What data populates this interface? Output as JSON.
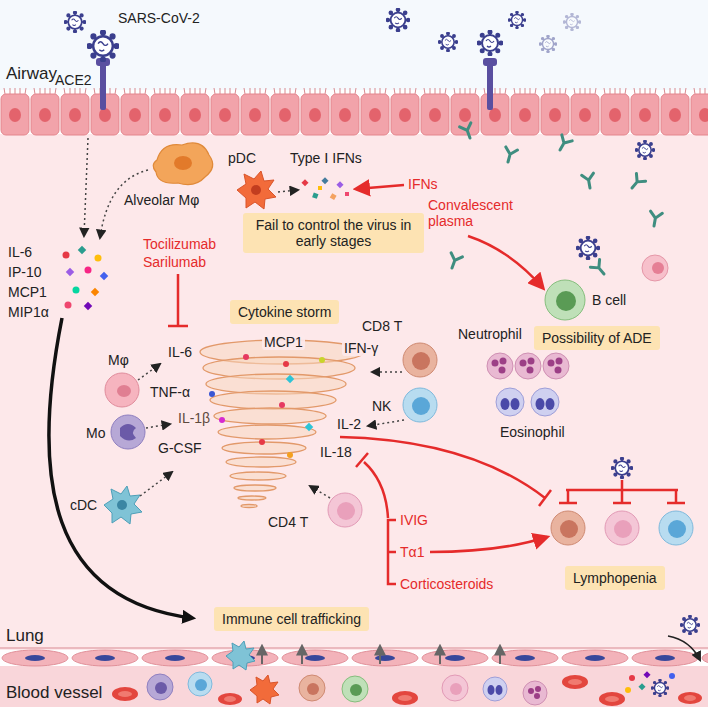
{
  "diagram": {
    "nodes": [
      {
        "text": [
          "Fail to control the virus in early stages"
        ]
      },
      {
        "text": [
          "Cytokine storm"
        ]
      },
      {
        "text": [
          "Possibility of ADE"
        ]
      },
      {
        "text": [
          "Lymphopenia"
        ]
      },
      {
        "text": [
          "Immune cell trafficking"
        ]
      }
    ],
    "labels": [
      "SARS-CoV-2",
      "Airway",
      "ACE2",
      "pDC",
      "Type Ⅰ IFNs",
      "IFNs",
      "Alveolar Mφ",
      "Convalescent plasma",
      "IL-6",
      "IP-10",
      "MCP1",
      "MIP1α",
      "Tocilizumab",
      "Sarilumab",
      "B cell",
      "Neutrophil",
      "MCP1",
      "IL-6",
      "IFN-γ",
      "CD8 T",
      "Mφ",
      "Eosinophil",
      "TNF-α",
      "Mo",
      "IL-1β",
      "IL-2",
      "NK",
      "G-CSF",
      "IL-18",
      "cDC",
      "CD4 T",
      "IVIG",
      "Tα1",
      "Corticosteroids",
      "Lung",
      "Blood vessel"
    ]
  }
}
